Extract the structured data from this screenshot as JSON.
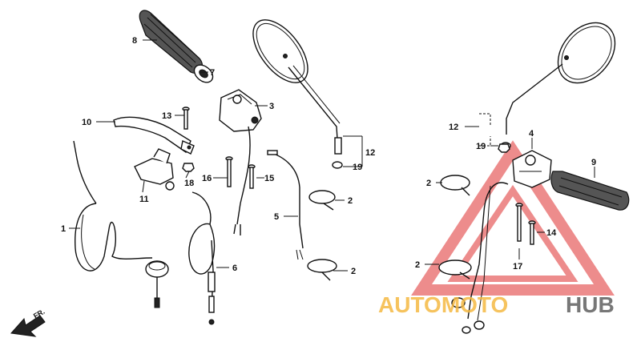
{
  "parts": {
    "p1": "1",
    "p2a": "2",
    "p2b": "2",
    "p2c": "2",
    "p2d": "2",
    "p3": "3",
    "p4": "4",
    "p5": "5",
    "p6": "6",
    "p7": "7",
    "p8": "8",
    "p9": "9",
    "p10": "10",
    "p11": "11",
    "p12a": "12",
    "p12b": "12",
    "p13": "13",
    "p14": "14",
    "p15": "15",
    "p16": "16",
    "p17": "17",
    "p18": "18",
    "p19a": "19",
    "p19b": "19"
  },
  "direction_label": "FR.",
  "watermark": {
    "part1": "AUTOMOTO",
    "part2": "HUB",
    "accent_color": "#f4b942",
    "triangle_color": "#e03030"
  }
}
